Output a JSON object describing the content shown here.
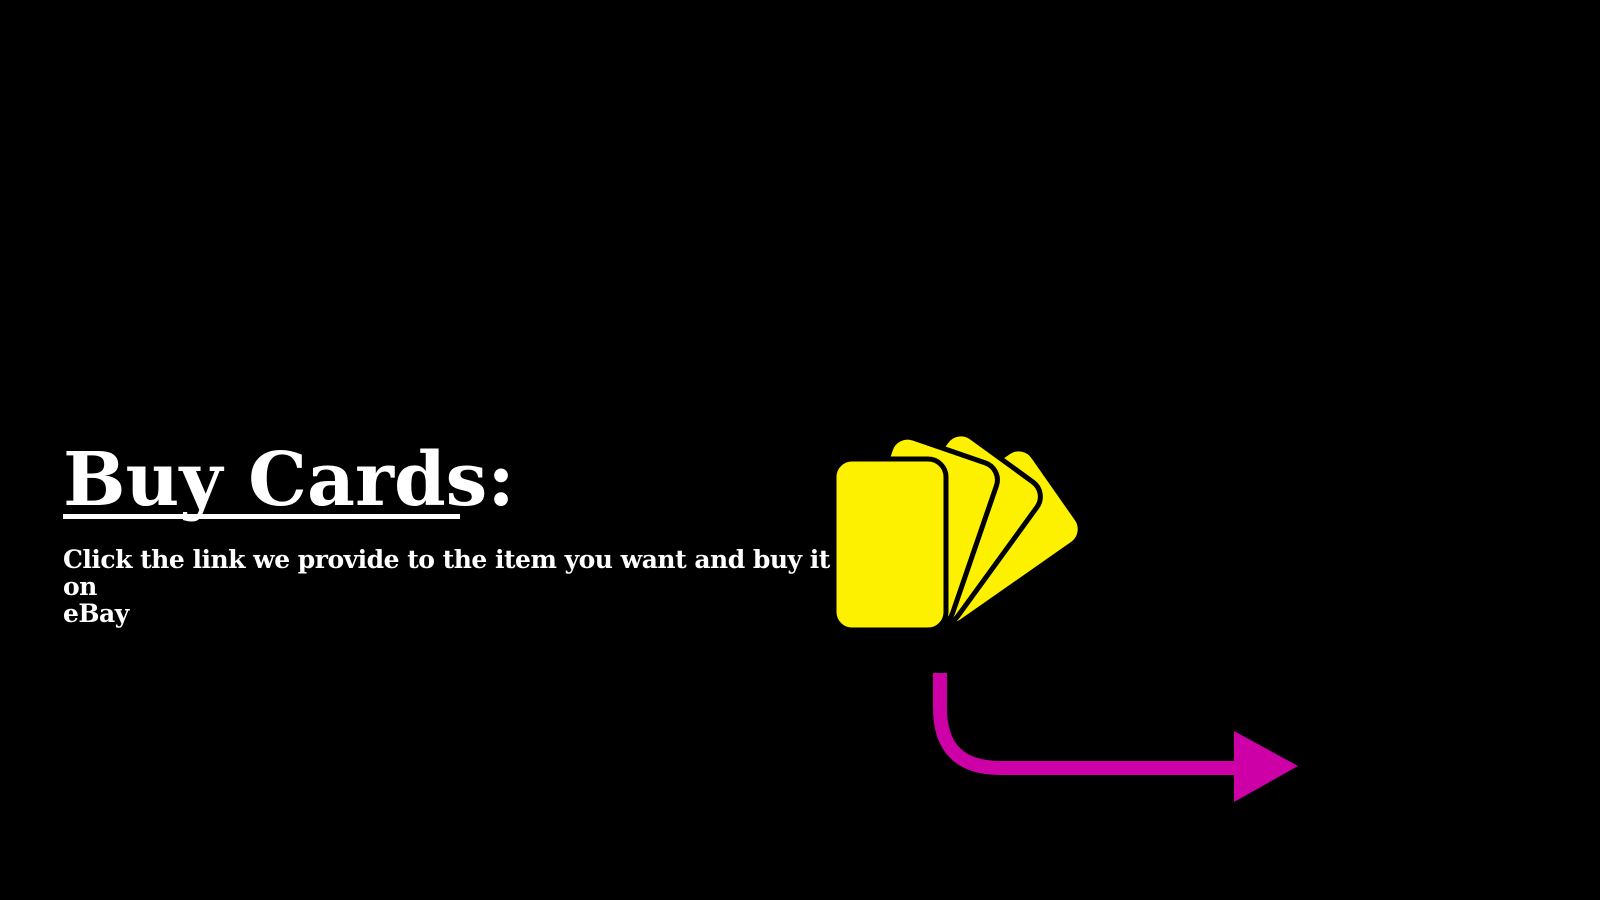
{
  "slide": {
    "heading": "Buy Cards:",
    "subtitle_line1": "Click the link we provide to the item you want and buy it on",
    "subtitle_line2": "eBay",
    "text_color": "#ffffff",
    "background_color": "#000000"
  },
  "graphics": {
    "cards_icon_name": "fanned-cards",
    "card_color": "#fdf100",
    "card_outline_color": "#000000",
    "arrow_icon_name": "curved-right-arrow",
    "arrow_color": "#cc00a6"
  }
}
